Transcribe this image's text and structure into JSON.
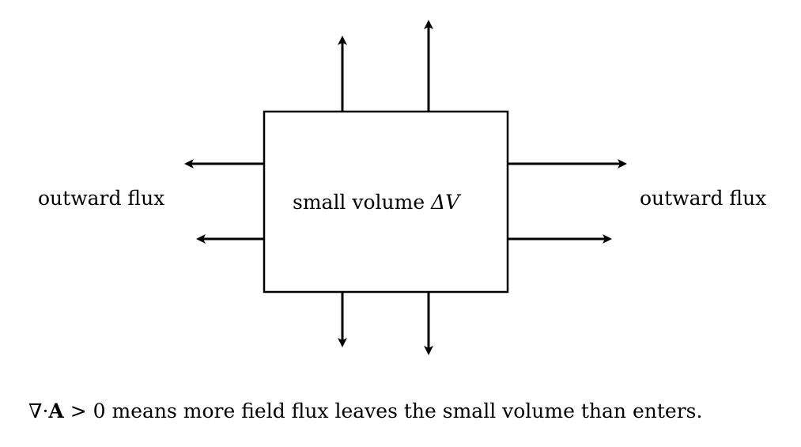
{
  "labels": {
    "left": "outward flux",
    "right": "outward flux",
    "box_prefix": "small volume ",
    "box_math": "ΔV"
  },
  "caption": {
    "nabla": "∇·",
    "vector": "A",
    "inequality": " > 0",
    "text": " means more field flux leaves the small volume than enters."
  },
  "colors": {
    "stroke": "#000000",
    "background": "#ffffff"
  }
}
